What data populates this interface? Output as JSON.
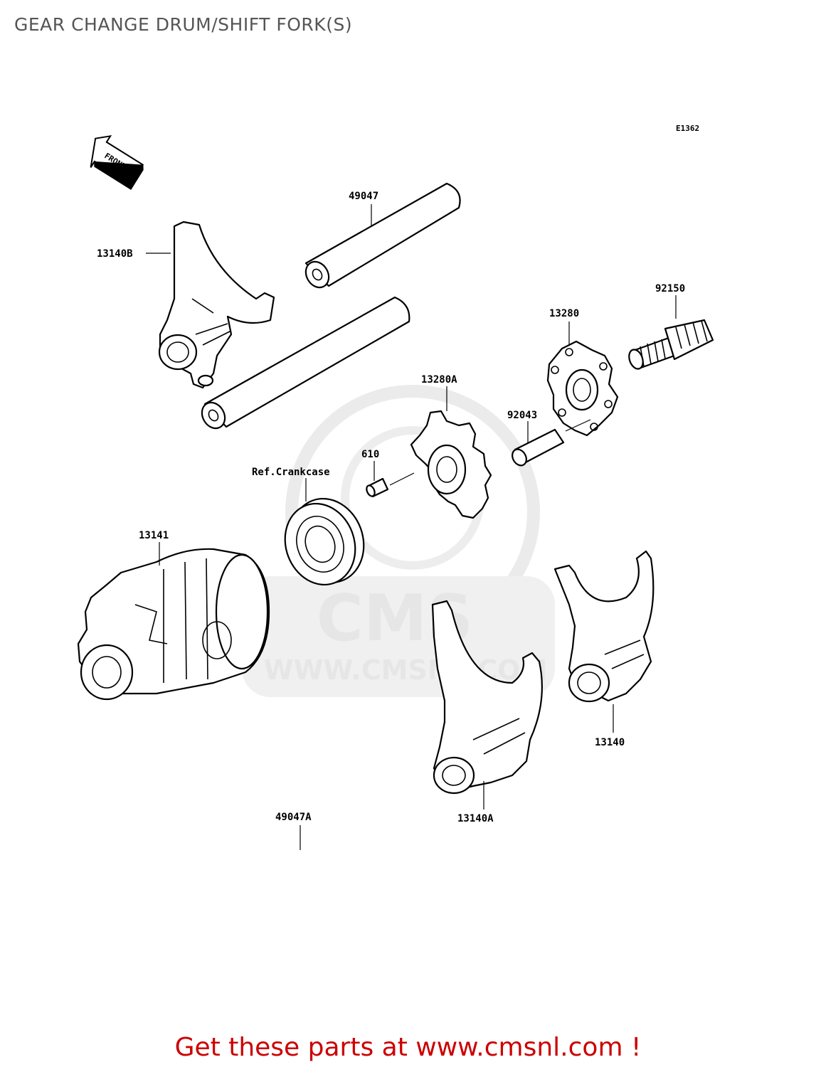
{
  "title": "GEAR CHANGE DRUM/SHIFT FORK(S)",
  "diagram_code": "E1362",
  "front_arrow_label": "FRONT",
  "watermark": {
    "brand": "CMS",
    "url": "WWW.CMSNL.COM"
  },
  "parts": [
    {
      "id": "p-49047",
      "label": "49047"
    },
    {
      "id": "p-13140B",
      "label": "13140B"
    },
    {
      "id": "p-92150",
      "label": "92150"
    },
    {
      "id": "p-13280",
      "label": "13280"
    },
    {
      "id": "p-13280A",
      "label": "13280A"
    },
    {
      "id": "p-92043",
      "label": "92043"
    },
    {
      "id": "p-610",
      "label": "610"
    },
    {
      "id": "p-ref-crankcase",
      "label": "Ref.Crankcase"
    },
    {
      "id": "p-13141",
      "label": "13141"
    },
    {
      "id": "p-13140",
      "label": "13140"
    },
    {
      "id": "p-13140A",
      "label": "13140A"
    },
    {
      "id": "p-49047A",
      "label": "49047A"
    }
  ],
  "promo_text": "Get these parts at www.cmsnl.com !"
}
